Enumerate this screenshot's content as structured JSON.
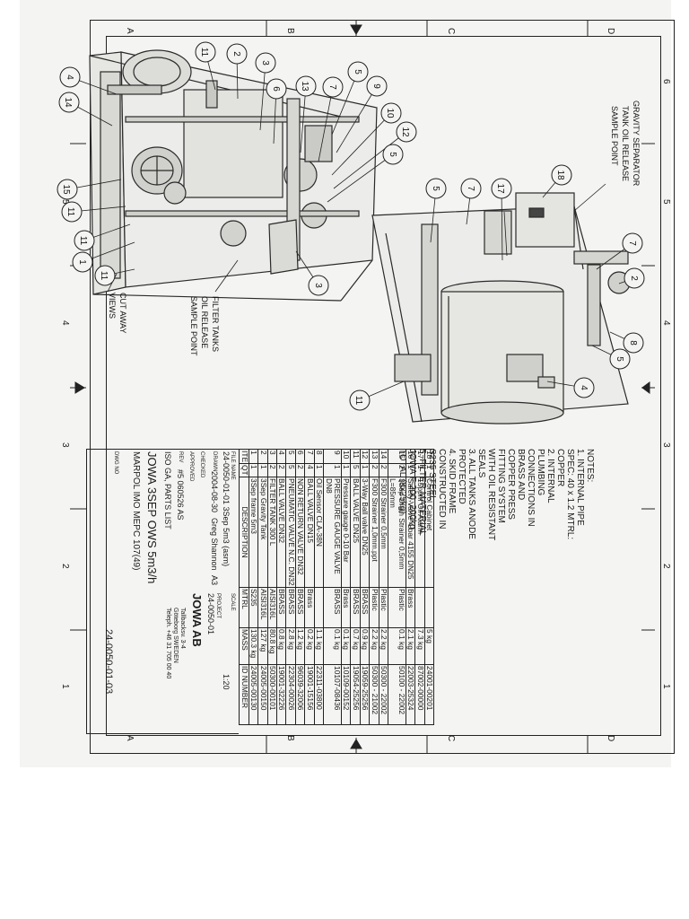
{
  "grid": {
    "letters": [
      "A",
      "B",
      "C",
      "D"
    ],
    "numbers": [
      "6",
      "5",
      "4",
      "3",
      "2",
      "1"
    ]
  },
  "callouts": {
    "left": [
      "11",
      "2",
      "3",
      "4",
      "14",
      "6",
      "13",
      "7",
      "5",
      "9",
      "10",
      "12",
      "5",
      "15",
      "11",
      "11",
      "1",
      "11",
      "3"
    ],
    "right": [
      "18",
      "5",
      "7",
      "17",
      "7",
      "2",
      "8",
      "5",
      "4",
      "11"
    ]
  },
  "labels": {
    "gravity_separator": [
      "GRAVITY SEPARATOR",
      "TANK OIL RELEASE",
      "SAMPLE POINT"
    ],
    "filter_tanks": [
      "FILTER TANKS",
      "OIL RELEASE",
      "SAMPLE POINT"
    ],
    "cut_away": [
      "CUT AWAY",
      "VIEWS"
    ]
  },
  "notes": {
    "title": "NOTES:",
    "lines": [
      "1. INTERNAL PIPE SPEC: 40 x 1.2 MTRL: COPPER",
      "2. INTERNAL PLUMBING CONNECTIONS IN BRASS AND",
      "    COPPER PRESS FITTING SYSTEM WITH OIL RESISTANT SEALS",
      "3. ALL TANKS ANODE PROTECTED",
      "4. SKID FRAME CONSTRUCTED IN S235 STEEL",
      "5. FILTER MATERIAL JOWA F-200, 200kg TOTAL (8x25kg)"
    ]
  },
  "bom": {
    "headers": [
      "ITE",
      "QT",
      "DESCRIPTION",
      "MTRL",
      "MASS",
      "ID NUMBER"
    ],
    "rows": [
      [
        "18",
        "1",
        "Control Cabinet",
        "",
        "5 kg",
        "24001-00201"
      ],
      [
        "17",
        "1",
        "15ppm Oil Alarm",
        "",
        "7.3 kg",
        "87002-00000"
      ],
      [
        "16",
        "1",
        "Safety Valve 4 bar 4155 DN25",
        "Brass",
        "2.1 kg",
        "22003-25324"
      ],
      [
        "15",
        "2",
        "3Sep Drain Strainer 0,5mm L=85mm",
        "Plastic",
        "0.1 kg",
        "50100 - 22002"
      ],
      [
        "14",
        "2",
        "F300 Strainer 0,5mm",
        "Plastic",
        "2.2 kg",
        "50300 - 22002"
      ],
      [
        "13",
        "2",
        "F300 Strainer 1,0mm.ppt",
        "Plastic",
        "2.2 kg",
        "50300 - 21002"
      ],
      [
        "12",
        "1",
        "3-Way Ball valve DN25",
        "BRASS",
        "0.9 kg",
        "19059-25256"
      ],
      [
        "11",
        "5",
        "BALL VALVE DN25",
        "BRASS",
        "0.7 kg",
        "19054-25256"
      ],
      [
        "10",
        "1",
        "Pressure gauge 0-10 Bar",
        "Brass",
        "0.1 kg",
        "10109-00152"
      ],
      [
        "9",
        "1",
        "PRESSURE GAUGE VALVE DN8",
        "BRASS",
        "0.1 kg",
        "10107-08436"
      ],
      [
        "8",
        "1",
        "Oil Sensor CLA-38N",
        "",
        "1.1 kg",
        "22311-03800"
      ],
      [
        "7",
        "4",
        "BALL VALVE DN15",
        "Brass",
        "0.2 kg",
        "19001-15156"
      ],
      [
        "6",
        "2",
        "NON RETURN VALVE DN32",
        "BRASS",
        "1.2 kg",
        "96039-32006"
      ],
      [
        "5",
        "5",
        "PNEUMATIC VALVE N.C. DN32",
        "BRASS",
        "2.8 kg",
        "22304-00026"
      ],
      [
        "4",
        "2",
        "BALL VALVE DN32",
        "BRASS",
        "0.8 kg",
        "19001-32226"
      ],
      [
        "3",
        "2",
        "FILTER TANK 300 L",
        "AISI316L",
        "80.8 kg",
        "50300-00101"
      ],
      [
        "2",
        "1",
        "3Sep Gravity Tank",
        "AISI316L",
        "127 kg",
        "24005-00150"
      ],
      [
        "1",
        "1",
        "3Sep frame 5m3",
        "S235",
        "130.3 kg",
        "24005-00130"
      ]
    ]
  },
  "title_block": {
    "file_label": "FILE NAME",
    "file_value": "24-0050-01-01 3Sep 5m3 (asm)",
    "scale_label": "SCALE",
    "scale_value": "1:20",
    "drawn_label": "DRAWN",
    "drawn_date": "2004-08-30",
    "drawn_by": "Greg Shannon",
    "checked_label": "CHECKED",
    "approved_label": "APPROVED",
    "rev_label": "REV",
    "rev_value": "#5 060526 AS",
    "list_title": "ISO GA, PARTS LIST",
    "sheet_size": "A3",
    "project_label": "PROJECT",
    "project_no": "24-0050-01",
    "company": "JOWA AB",
    "company_lines": [
      "Tallbacksv. 3-4",
      "Göteborg SWEDEN",
      "Teleph. +46 31 705 00 40"
    ],
    "product": "JOWA 3SEP OWS 5m3/h",
    "standard": "MARPOL IMO MEPC 107(49)",
    "drawing_no_label": "DWG NO",
    "drawing_no": "24-0050-01-03"
  }
}
